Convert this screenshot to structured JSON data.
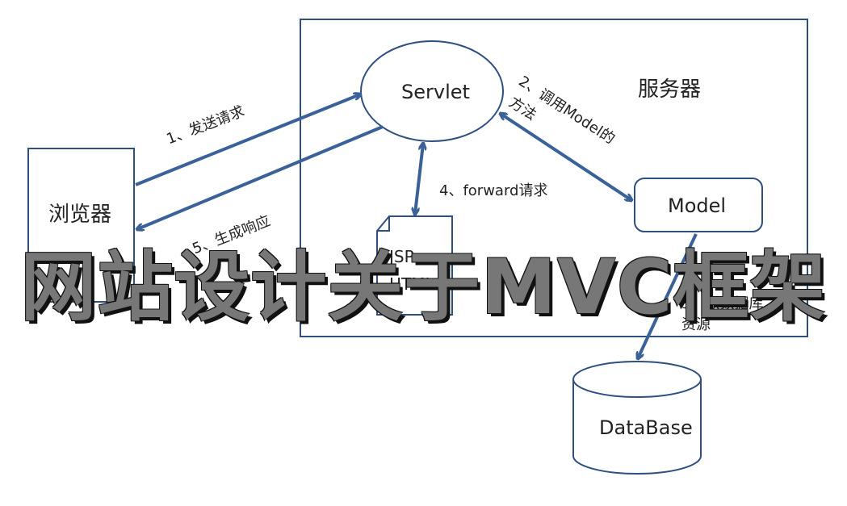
{
  "diagram": {
    "server_label": "服务器",
    "browser_label": "浏览器",
    "servlet_label": "Servlet",
    "model_label": "Model",
    "jsp_label_line1": "JSP、",
    "jsp_label_line2": "HTML",
    "database_label": "DataBase",
    "step1": "1、发送请求",
    "step2_line1": "2、调用Model的",
    "step2_line2": "方法",
    "step3_line1": "3、取数据库",
    "step3_line2": "资源",
    "step4": "4、forward请求",
    "step5": "5、生成响应"
  },
  "overlay": {
    "title": "网站设计关于MVC框架"
  },
  "colors": {
    "arrow": "#3a6299",
    "outline": "#2f4f80",
    "overlay_text": "#777777"
  }
}
